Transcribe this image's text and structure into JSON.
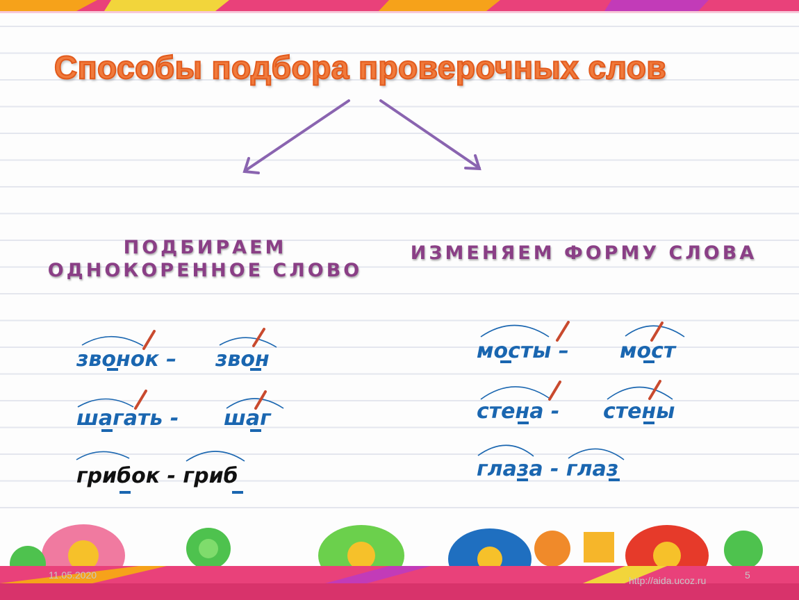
{
  "title": "Способы подбора проверочных слов",
  "left": {
    "heading_line1": "ПОДБИРАЕМ",
    "heading_line2": "ОДНОКОРЕННОЕ СЛОВО",
    "rows": [
      {
        "word1": "звонок –",
        "word2": "звон"
      },
      {
        "word1": "шагать -",
        "word2": "шаг"
      },
      {
        "pair": "грибок - гриб"
      }
    ]
  },
  "right": {
    "heading": "ИЗМЕНЯЕМ ФОРМУ СЛОВА",
    "rows": [
      {
        "word1": "мосты –",
        "word2": "мост"
      },
      {
        "word1": "стена -",
        "word2": "стены"
      },
      {
        "pair": "глаза - глаз"
      }
    ]
  },
  "footer": {
    "date": "11.05.2020",
    "url": "http://aida.ucoz.ru",
    "page": "5"
  },
  "colors": {
    "title": "#f07a3c",
    "heading": "#8a3f86",
    "word": "#1a66b0",
    "arrow": "#8a64b0",
    "stress_mark": "#c94a2e"
  }
}
